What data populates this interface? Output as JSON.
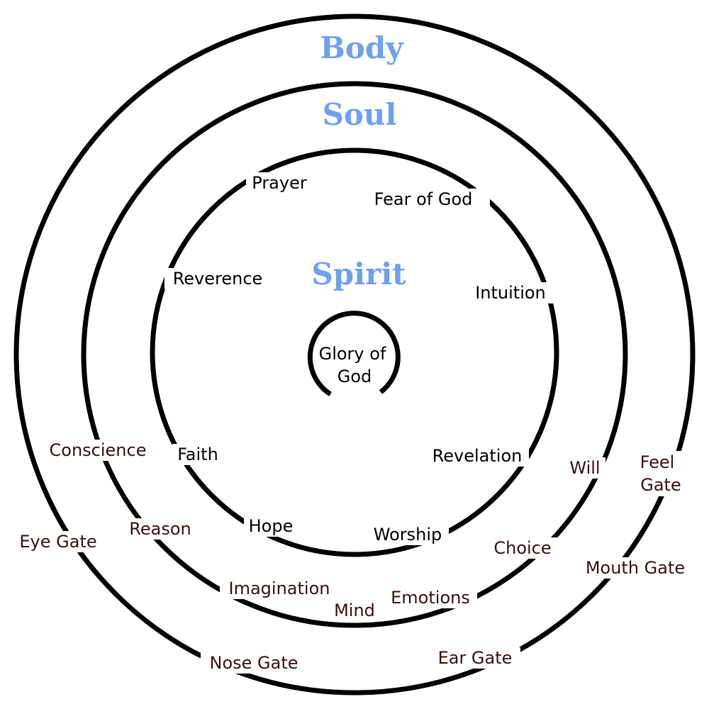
{
  "colors": {
    "heading": "#6f9fef",
    "inner_label": "#000000",
    "outer_label": "#3a0f0f",
    "ring": "#000000",
    "background": "#ffffff"
  },
  "headings": {
    "body": "Body",
    "soul": "Soul",
    "spirit": "Spirit"
  },
  "center": {
    "line1": "Glory of",
    "line2": "God"
  },
  "spirit_ring": {
    "prayer": "Prayer",
    "fear_of_god": "Fear of God",
    "reverence": "Reverence",
    "intuition": "Intuition",
    "faith": "Faith",
    "revelation": "Revelation",
    "hope": "Hope",
    "worship": "Worship"
  },
  "soul_ring": {
    "conscience": "Conscience",
    "will": "Will",
    "reason": "Reason",
    "choice": "Choice",
    "imagination": "Imagination",
    "emotions": "Emotions",
    "mind": "Mind"
  },
  "body_ring": {
    "feel_gate_line1": "Feel",
    "feel_gate_line2": "Gate",
    "eye_gate": "Eye Gate",
    "mouth_gate": "Mouth Gate",
    "nose_gate": "Nose Gate",
    "ear_gate": "Ear Gate"
  }
}
